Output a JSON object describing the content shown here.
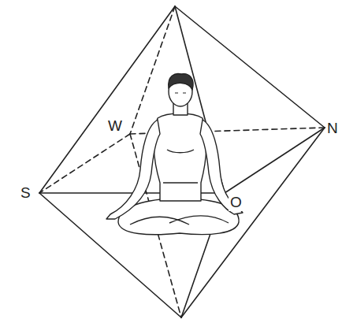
{
  "diagram": {
    "labels": [
      "W",
      "N",
      "S",
      "O"
    ]
  }
}
